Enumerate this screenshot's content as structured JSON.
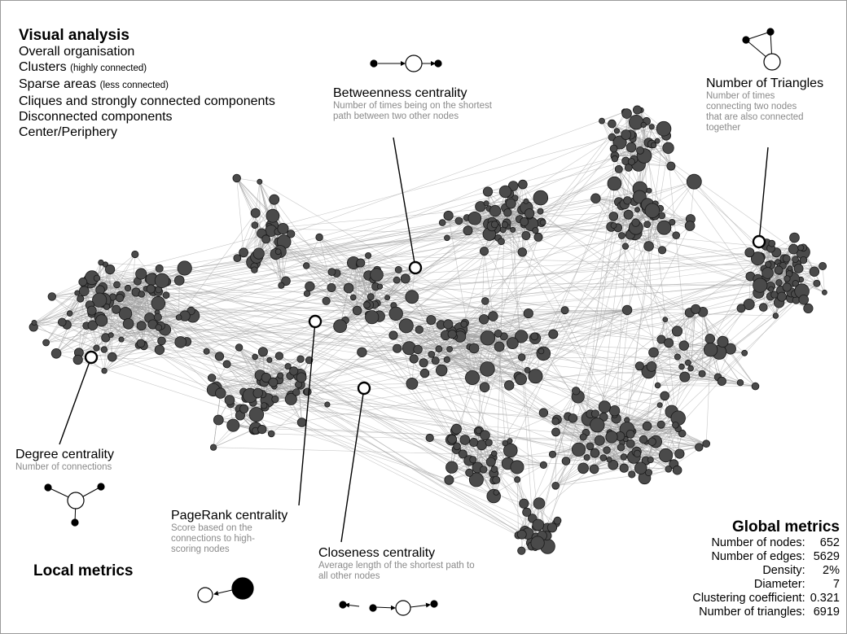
{
  "visual_analysis": {
    "title": "Visual analysis",
    "items": [
      {
        "text": "Overall organisation",
        "note": ""
      },
      {
        "text": "Clusters",
        "note": "(highly connected)"
      },
      {
        "text": "Sparse areas",
        "note": "(less connected)"
      },
      {
        "text": "Cliques and strongly connected components",
        "note": ""
      },
      {
        "text": "Disconnected components",
        "note": ""
      },
      {
        "text": "Center/Periphery",
        "note": ""
      }
    ]
  },
  "local_metrics_title": "Local metrics",
  "annotations": {
    "betweenness": {
      "title": "Betweenness centrality",
      "desc": "Number of times being on the shortest path between two other nodes"
    },
    "triangles": {
      "title": "Number of Triangles",
      "desc": "Number of times connecting two nodes that are also connected together"
    },
    "degree": {
      "title": "Degree centrality",
      "desc": "Number of connections"
    },
    "pagerank": {
      "title": "PageRank centrality",
      "desc": "Score based on the connections to high-scoring nodes"
    },
    "closeness": {
      "title": "Closeness centrality",
      "desc": "Average length of the shortest path to all other nodes"
    }
  },
  "global_metrics": {
    "title": "Global metrics",
    "rows": [
      {
        "label": "Number of nodes:",
        "value": "652"
      },
      {
        "label": "Number of edges:",
        "value": "5629"
      },
      {
        "label": "Density:",
        "value": "2%"
      },
      {
        "label": "Diameter:",
        "value": "7"
      },
      {
        "label": "Clustering coefficient:",
        "value": "0.321"
      },
      {
        "label": "Number of triangles:",
        "value": "6919"
      }
    ]
  },
  "colors": {
    "node_fill": "#4a4a4a",
    "node_stroke": "#1a1a1a",
    "edge": "#9a9a9a",
    "highlight_fill": "#ffffff"
  }
}
